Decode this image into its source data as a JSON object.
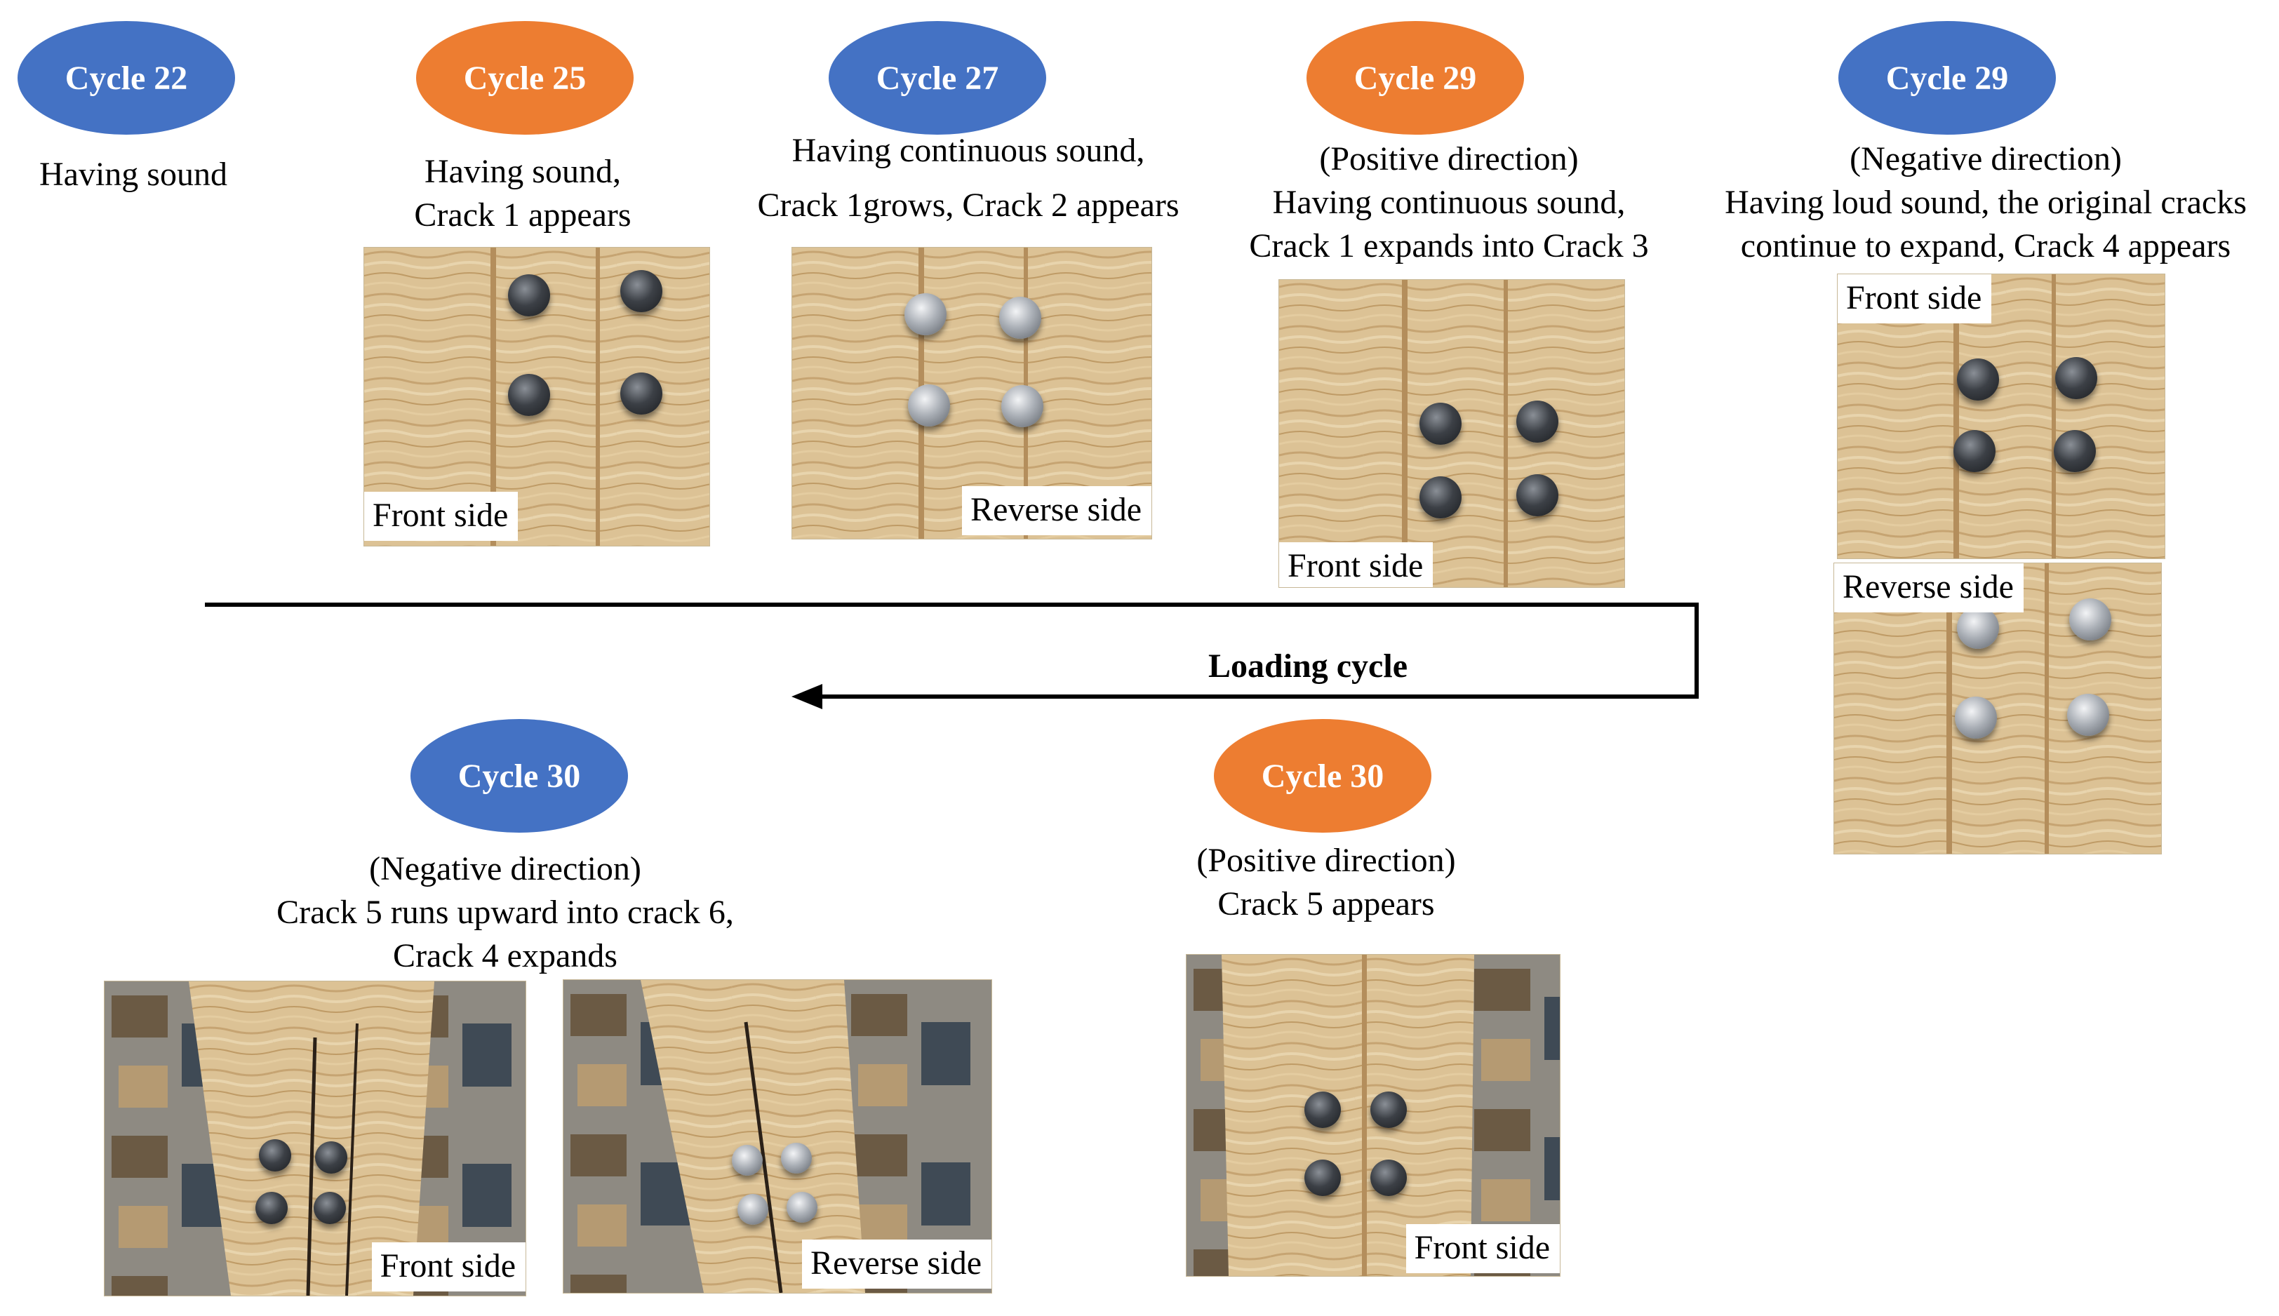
{
  "stages": [
    {
      "id": "c22",
      "badge": "Cycle 22",
      "badge_color": "#4472c4",
      "caption": [
        "Having sound"
      ]
    },
    {
      "id": "c25",
      "badge": "Cycle 25",
      "badge_color": "#ed7d31",
      "caption": [
        "Having sound,",
        "Crack 1 appears"
      ],
      "photos": [
        "Front side"
      ]
    },
    {
      "id": "c27",
      "badge": "Cycle 27",
      "badge_color": "#4472c4",
      "caption": [
        "Having continuous sound,",
        "Crack 1grows, Crack 2 appears"
      ],
      "photos": [
        "Reverse side"
      ]
    },
    {
      "id": "c29p",
      "badge": "Cycle 29",
      "badge_color": "#ed7d31",
      "caption": [
        "(Positive direction)",
        "Having continuous sound,",
        "Crack 1 expands into Crack 3"
      ],
      "photos": [
        "Front side"
      ]
    },
    {
      "id": "c29n",
      "badge": "Cycle 29",
      "badge_color": "#4472c4",
      "caption": [
        "(Negative direction)",
        "Having loud sound, the original cracks",
        "continue to expand, Crack 4 appears"
      ],
      "photos": [
        "Front side",
        "Reverse side"
      ]
    },
    {
      "id": "c30p",
      "badge": "Cycle 30",
      "badge_color": "#ed7d31",
      "caption": [
        "(Positive direction)",
        "Crack 5 appears"
      ],
      "photos": [
        "Front side"
      ]
    },
    {
      "id": "c30n",
      "badge": "Cycle 30",
      "badge_color": "#4472c4",
      "caption": [
        "(Negative direction)",
        "Crack 5 runs upward into crack 6,",
        "Crack 4 expands"
      ],
      "photos": [
        "Front side",
        "Reverse side"
      ]
    }
  ],
  "flow": {
    "label": "Loading cycle"
  },
  "colors": {
    "blue": "#4472c4",
    "orange": "#ed7d31",
    "wood": "#d9bf8f",
    "bolt": "#2e3136"
  }
}
